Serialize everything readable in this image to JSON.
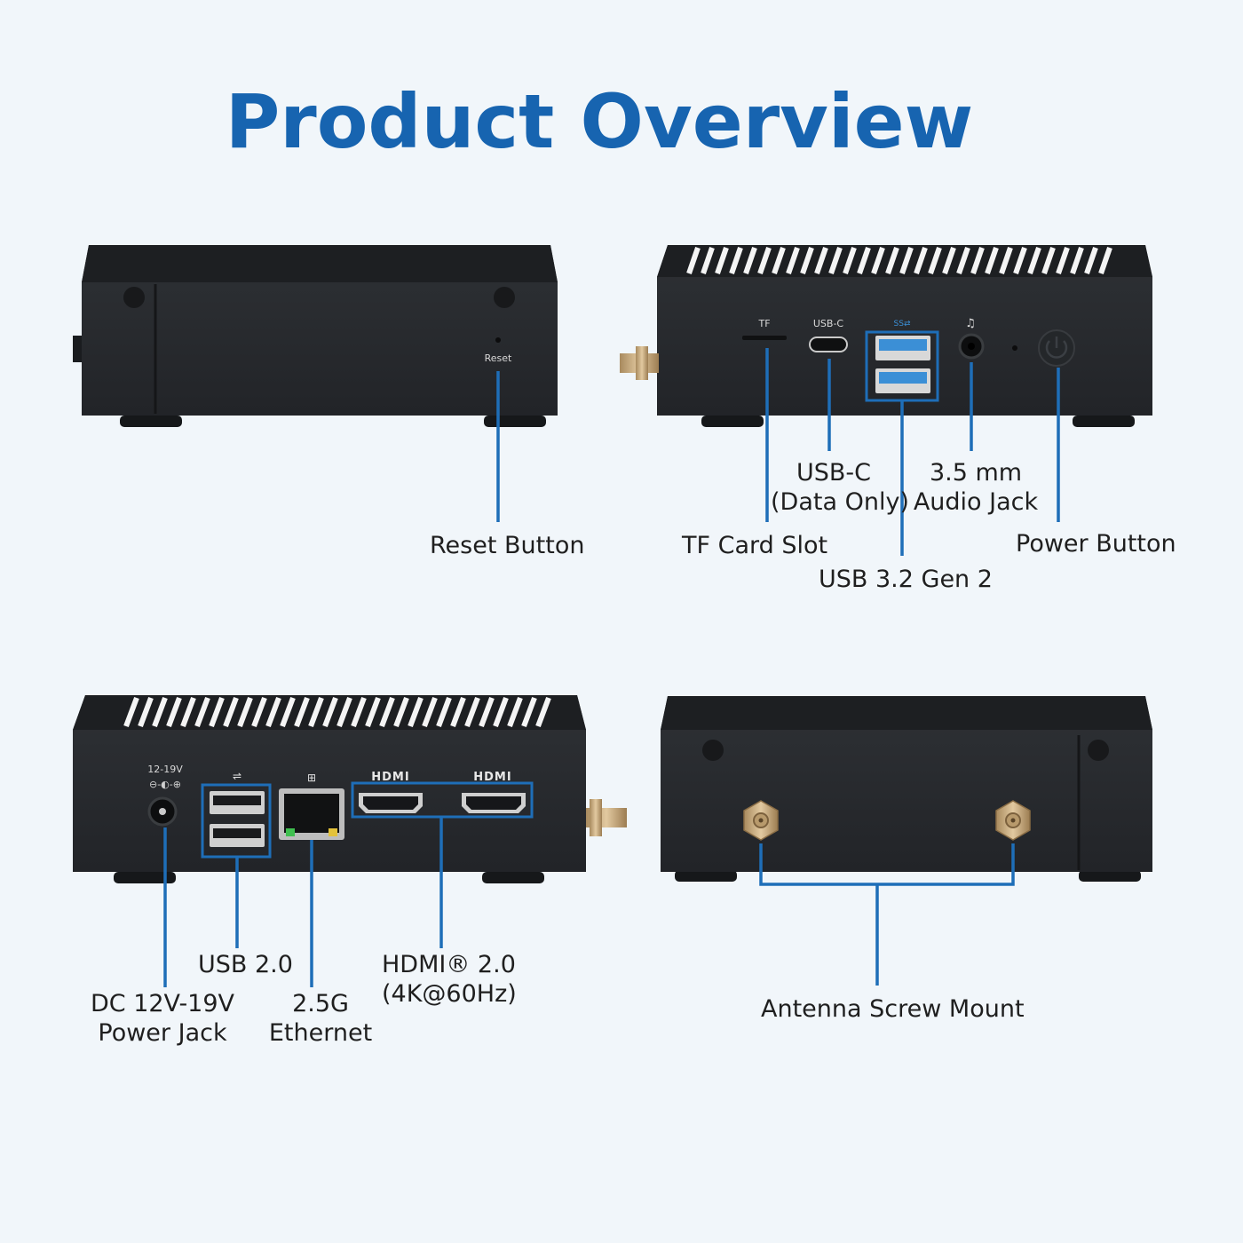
{
  "title": "Product Overview",
  "port_marks": {
    "reset": "Reset",
    "tf": "TF",
    "usbc": "USB-C",
    "dc": "12-19V",
    "hdmi": "HDMI"
  },
  "callouts": {
    "reset_button": "Reset Button",
    "tf_card_slot": "TF Card Slot",
    "usb_c_line1": "USB-C",
    "usb_c_line2": "(Data Only)",
    "audio_line1": "3.5 mm",
    "audio_line2": "Audio Jack",
    "usb32": "USB 3.2 Gen 2",
    "power_button": "Power Button",
    "usb20": "USB 2.0",
    "dc_line1": "DC 12V-19V",
    "dc_line2": "Power Jack",
    "eth_line1": "2.5G",
    "eth_line2": "Ethernet",
    "hdmi_line1": "HDMI® 2.0",
    "hdmi_line2": "(4K@60Hz)",
    "antenna": "Antenna Screw Mount"
  },
  "colors": {
    "accent": "#1764b0",
    "callout_line": "#1e6eb8",
    "device_body": "#26292d",
    "device_top": "#1c1e21",
    "background": "#f1f6fa",
    "usb3_blue": "#3b8fd6",
    "antenna_gold": "#c9a97c"
  }
}
